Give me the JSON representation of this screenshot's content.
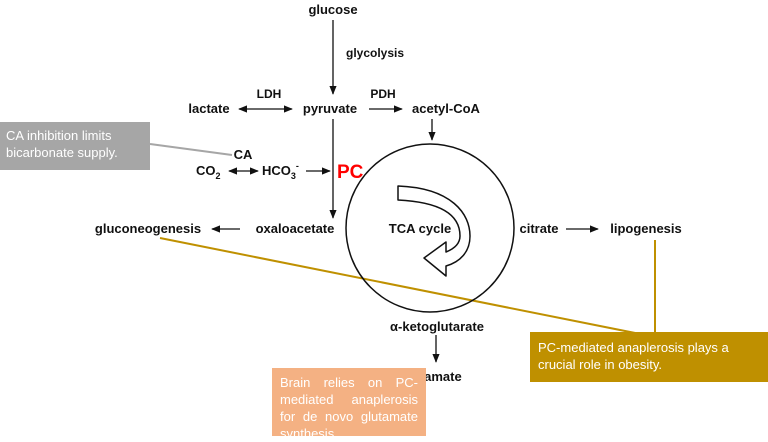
{
  "colors": {
    "ca_note": "#a6a6a6",
    "brain_note": "#f4b183",
    "obesity_note": "#bf9000",
    "pc": "#ff0000",
    "line": "#111111"
  },
  "metabolites": {
    "glucose": "glucose",
    "lactate": "lactate",
    "pyruvate": "pyruvate",
    "acetyl_coa": "acetyl-CoA",
    "co2_base": "CO",
    "co2_sub": "2",
    "hco3_base": "HCO",
    "hco3_sub": "3",
    "hco3_sup": "-",
    "oxaloacetate": "oxaloacetate",
    "citrate": "citrate",
    "alpha_ketoglutarate": "α-ketoglutarate",
    "glutamate": "glutamate"
  },
  "processes": {
    "glycolysis": "glycolysis",
    "gluconeogenesis": "gluconeogenesis",
    "lipogenesis": "lipogenesis",
    "tca_cycle": "TCA cycle"
  },
  "enzymes": {
    "ldh": "LDH",
    "pdh": "PDH",
    "ca": "CA",
    "pc": "PC"
  },
  "notes": {
    "ca_inhibition": "CA inhibition limits bicarbonate supply.",
    "brain": "Brain relies on PC-mediated anaplerosis for de novo glutamate synthesis.",
    "obesity": "PC-mediated anaplerosis plays a crucial role in obesity."
  }
}
